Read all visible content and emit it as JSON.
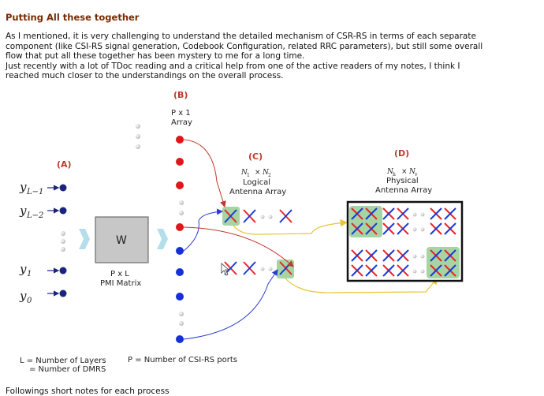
{
  "heading": "Putting All these together",
  "paragraph_lines": [
    "As I mentioned, it is very challenging to understand the detailed mechanism of CSR-RS in terms of each separate",
    "component (like CSI-RS signal generation, Codebook Configuration, related RRC parameters), but still some overall",
    "flow that put all these together has been mystery to me for a long time.",
    "Just recently with a lot of TDoc reading and a critical help from one of the active readers of my notes, I think I",
    "reached much closer to the understandings on the overall process."
  ],
  "footer": "Followings short notes for each process",
  "diagram": {
    "label_a": "(A)",
    "label_b": "(B)",
    "label_c": "(C)",
    "label_d": "(D)",
    "b_caption_1": "P x 1",
    "b_caption_2": "Array",
    "c_formula_n1": "N",
    "c_formula_sub1": "1",
    "c_formula_x": "×",
    "c_formula_n2": "N",
    "c_formula_sub2": "2",
    "c_caption_1": "Logical",
    "c_caption_2": "Antenna Array",
    "d_formula_nh": "N",
    "d_formula_subh": "h",
    "d_formula_x": "×",
    "d_formula_nv": "N",
    "d_formula_subv": "v",
    "d_caption_1": "Physical",
    "d_caption_2": "Antenna Array",
    "y_L1": "y",
    "y_L1_sub": "L−1",
    "y_L2": "y",
    "y_L2_sub": "L−2",
    "y_1": "y",
    "y_1_sub": "1",
    "y_0": "y",
    "y_0_sub": "0",
    "w_label": "W",
    "w_caption_1": "P x L",
    "w_caption_2": "PMI Matrix",
    "legend_l_1": "L = Number of Layers",
    "legend_l_2": "= Number of DMRS",
    "legend_p": "P = Number of CSI-RS ports",
    "colors": {
      "red_dot": "#e0161b",
      "blue_dot": "#1630d8",
      "navy_dot": "#1a237e",
      "cross_red": "#e8262a",
      "cross_blue": "#1a3ad6",
      "highlight": "#a6d5a3",
      "flow_arrow": "#a8d8e8",
      "yellow_line": "#e8c534",
      "label_red": "#c0392b"
    }
  }
}
